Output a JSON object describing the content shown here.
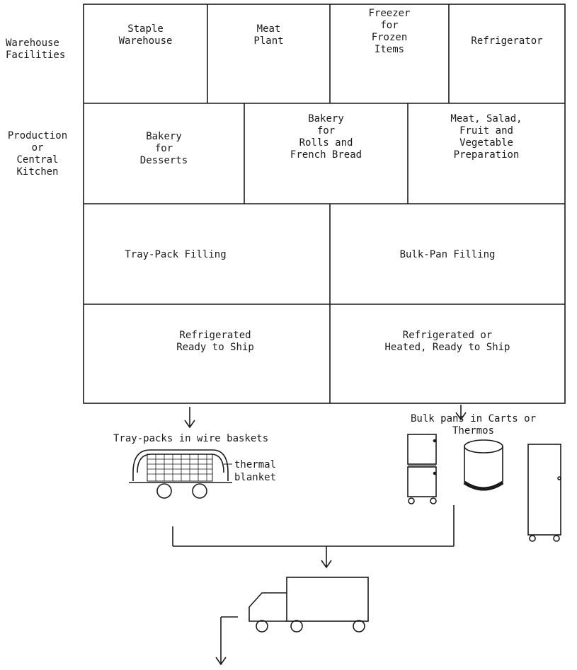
{
  "side_labels": {
    "warehouse": "Warehouse\nFacilities",
    "production": "Production\nor\nCentral\nKitchen"
  },
  "warehouse_row": [
    "Staple\nWarehouse",
    "Meat\nPlant",
    "Freezer\nfor\nFrozen\nItems",
    "Refrigerator"
  ],
  "production_row": [
    "Bakery\nfor\nDesserts",
    "Bakery\nfor\nRolls and\nFrench Bread",
    "Meat, Salad,\nFruit and\nVegetable\nPreparation"
  ],
  "filling_row": [
    "Tray-Pack Filling",
    "Bulk-Pan Filling"
  ],
  "ship_row": [
    "Refrigerated\nReady to Ship",
    "Refrigerated or\nHeated, Ready to Ship"
  ],
  "tray_packs_label": "Tray-packs in wire baskets",
  "thermal_blanket_label": "thermal\nblanket",
  "bulk_pans_label": "Bulk pans in Carts or\nThermos"
}
